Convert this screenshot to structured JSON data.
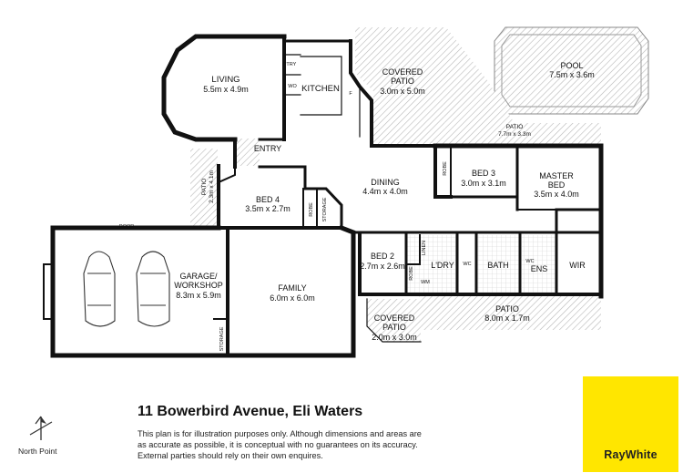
{
  "address": "11 Bowerbird Avenue, Eli Waters",
  "disclaimer_lines": [
    "This plan is for illustration purposes only.  Although dimensions and areas are",
    "as accurate as possible, it is conceptual with no guarantees on its accuracy.",
    "External parties should rely on their own enquires."
  ],
  "north_label": "North Point",
  "brand_label": "RayWhite",
  "labels": {
    "living_name": "LIVING",
    "living_dim": "5.5m x 4.9m",
    "kitchen": "KITCHEN",
    "pantry": "PTRY",
    "wo": "WO",
    "fridge": "F",
    "entry": "ENTRY",
    "covered_patio_name": "COVERED",
    "covered_patio_name2": "PATIO",
    "covered_patio_dim": "3.0m x 5.0m",
    "pool_name": "POOL",
    "pool_dim": "7.5m x 3.6m",
    "patio_rear_name": "PATIO",
    "patio_rear_dim": "7.7m x 3.3m",
    "patio_side_name": "PATIO",
    "patio_side_dim": "2.3m x 4.1m",
    "bed4_name": "BED 4",
    "bed4_dim": "3.5m x 2.7m",
    "robe": "ROBE",
    "storage": "STORAGE",
    "dining_name": "DINING",
    "dining_dim": "4.4m x 4.0m",
    "bed3_name": "BED 3",
    "bed3_dim": "3.0m x 3.1m",
    "master_name": "MASTER",
    "master_name2": "BED",
    "master_dim": "3.5m x 4.0m",
    "garage_name": "GARAGE/",
    "garage_name2": "WORKSHOP",
    "garage_dim": "8.3m x 5.9m",
    "door": "DOOR",
    "family_name": "FAMILY",
    "family_dim": "6.0m x 6.0m",
    "bed2_name": "BED 2",
    "bed2_dim": "2.7m x 2.6m",
    "linen": "LINEN",
    "laundry": "L'DRY",
    "wc": "WC",
    "wm": "WM",
    "bath": "BATH",
    "ens": "ENS",
    "wir": "WIR",
    "patio_front_name": "PATIO",
    "patio_front_dim": "8.0m x 1.7m",
    "covered_patio2_name": "COVERED",
    "covered_patio2_name2": "PATIO",
    "covered_patio2_dim": "2.0m x 3.0m"
  },
  "colors": {
    "brand_yellow": "#ffe600",
    "wall": "#111111",
    "hatch": "#bdbdbd"
  }
}
